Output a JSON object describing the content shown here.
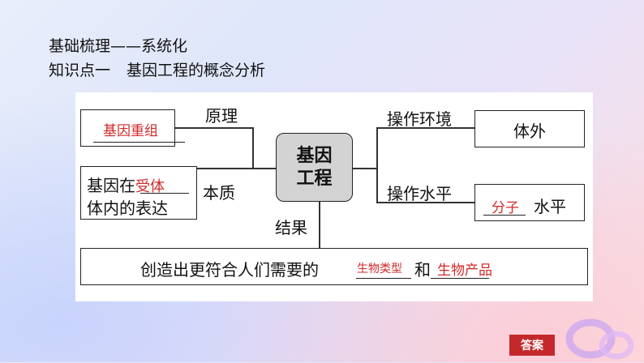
{
  "header": {
    "line1": "基础梳理——系统化",
    "line2_a": "知识点一",
    "line2_b": "基因工程的概念分析"
  },
  "diagram": {
    "center": {
      "line1": "基因",
      "line2": "工程"
    },
    "principle": {
      "label": "原理",
      "answer": "基因重组"
    },
    "essence": {
      "label": "本质",
      "prefix": "基因在",
      "answer": "受体",
      "suffix": "体内的表达"
    },
    "environment": {
      "label": "操作环境",
      "value": "体外"
    },
    "level": {
      "label": "操作水平",
      "answer": "分子",
      "suffix": "水平"
    },
    "result": {
      "label": "结果",
      "prefix": "创造出更符合人们需要的",
      "answer1": "生物类型",
      "middle": "和",
      "answer2": "生物产品"
    }
  },
  "answer_button": "答案",
  "colors": {
    "answer_red": "#d02a2a",
    "button_red": "#c4282c",
    "center_fill": "#d3d3d3"
  }
}
